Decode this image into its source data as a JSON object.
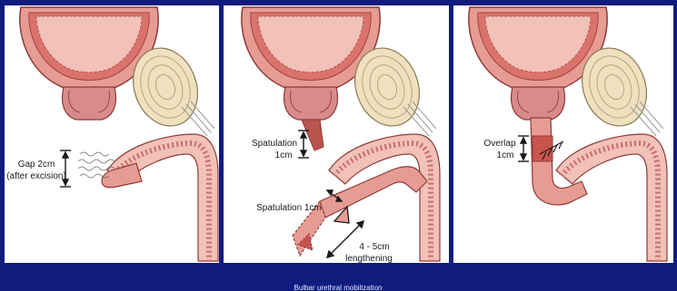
{
  "panels": [
    {
      "id": "excision"
    },
    {
      "id": "mobilization"
    },
    {
      "id": "anastomosis"
    }
  ],
  "labels": {
    "gap_line1": "Gap 2cm",
    "gap_line2": "(after excision)",
    "spatulation_prox_line1": "Spatulation",
    "spatulation_prox_line2": "1cm",
    "spatulation_dist": "Spatulation 1cm",
    "lengthening_line1": "4 - 5cm",
    "lengthening_line2": "lengthening",
    "bulbar_caption": "Bulbar urethral mobilization",
    "overlap_line1": "Overlap",
    "overlap_line2": "1cm"
  },
  "colors": {
    "border": "#0f1c7e",
    "panel": "#ffffff",
    "tissue": "#e79c93",
    "tissue_dark": "#b8554f",
    "tissue_light": "#f2c1b8",
    "bone": "#efe0bf",
    "lumen": "#8a2a2a"
  }
}
